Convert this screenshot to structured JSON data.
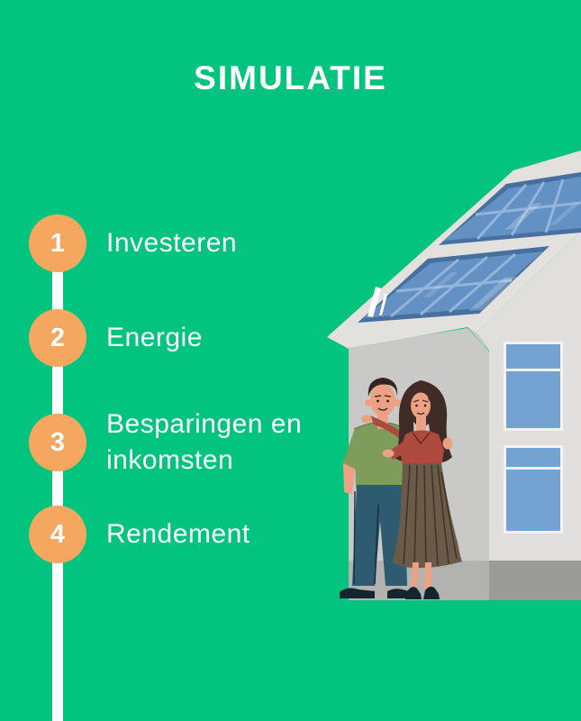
{
  "page": {
    "title": "SIMULATIE"
  },
  "steps": {
    "items": [
      {
        "number": "1",
        "label": "Investeren"
      },
      {
        "number": "2",
        "label": "Energie"
      },
      {
        "number": "3",
        "label": "Besparingen en inkomsten"
      },
      {
        "number": "4",
        "label": "Rendement"
      }
    ]
  },
  "illustration": {
    "name": "house-with-solar-panels-and-couple",
    "elements": [
      "house",
      "roof-solar-panel-array",
      "roof-solar-panel-array",
      "window",
      "window",
      "man",
      "woman"
    ]
  },
  "colors": {
    "background": "#02C47E",
    "step_circle": "#F6A75F",
    "connector_line": "#FFFFFF",
    "text": "#FFFFFF",
    "roof": "#E2E1DD",
    "gable_wall": "#C9C9C7",
    "side_wall": "#E0DFDD",
    "solar_panel_cell": "#6491C4",
    "solar_panel_frame": "#47709F",
    "window_glass": "#74A3D2"
  }
}
